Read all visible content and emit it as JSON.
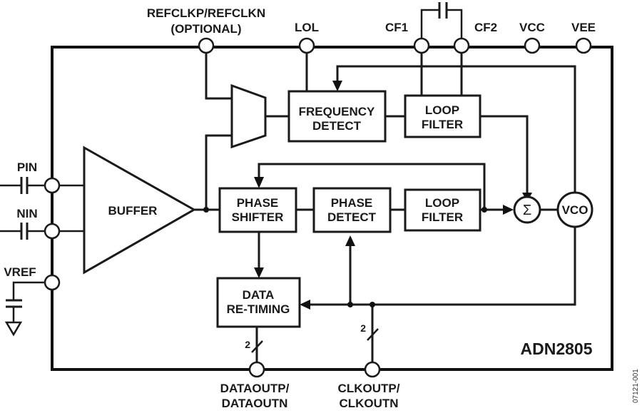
{
  "diagram": {
    "title": "ADN2805",
    "figure_id": "07121-001",
    "pins": {
      "refclk_line1": "REFCLKP/REFCLKN",
      "refclk_line2": "(OPTIONAL)",
      "lol": "LOL",
      "cf1": "CF1",
      "cf2": "CF2",
      "vcc": "VCC",
      "vee": "VEE",
      "pin": "PIN",
      "nin": "NIN",
      "vref": "VREF",
      "dataout_line1": "DATAOUTP/",
      "dataout_line2": "DATAOUTN",
      "clkout_line1": "CLKOUTP/",
      "clkout_line2": "CLKOUTN"
    },
    "blocks": {
      "buffer": "BUFFER",
      "freq_detect_line1": "FREQUENCY",
      "freq_detect_line2": "DETECT",
      "loop_filter_top_line1": "LOOP",
      "loop_filter_top_line2": "FILTER",
      "phase_shifter_line1": "PHASE",
      "phase_shifter_line2": "SHIFTER",
      "phase_detect_line1": "PHASE",
      "phase_detect_line2": "DETECT",
      "loop_filter_bottom_line1": "LOOP",
      "loop_filter_bottom_line2": "FILTER",
      "summer": "Σ",
      "vco": "VCO",
      "retiming_line1": "DATA",
      "retiming_line2": "RE-TIMING"
    },
    "bus_widths": {
      "dataout": "2",
      "clkout": "2"
    }
  }
}
